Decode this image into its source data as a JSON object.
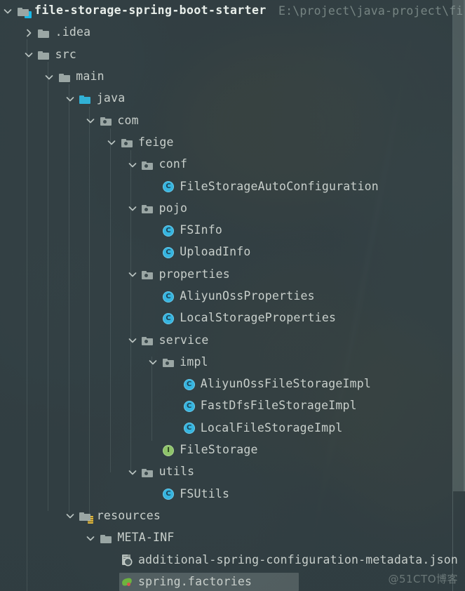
{
  "header": {
    "project_name": "file-storage-spring-boot-starter",
    "project_path": "E:\\project\\java-project\\fi"
  },
  "watermark": "@51CTO博客",
  "colors": {
    "background": "#323f42",
    "text": "#c8cfcb",
    "root_text": "#e8eeea",
    "source_folder": "#31b1d6",
    "class_icon": "#36b5e0",
    "interface_icon": "#8ec36a",
    "spring_icon": "#6db33f",
    "resources_badge": "#e0b840",
    "selection": "rgba(190,202,197,0.24)"
  },
  "tree": {
    "items": [
      {
        "label": "file-storage-spring-boot-starter",
        "depth": 0,
        "icon": "project-folder-icon",
        "twisty": "down",
        "kind": "project",
        "selected": false
      },
      {
        "label": ".idea",
        "depth": 1,
        "icon": "folder-icon",
        "twisty": "right",
        "kind": "folder",
        "selected": false
      },
      {
        "label": "src",
        "depth": 1,
        "icon": "folder-icon",
        "twisty": "down",
        "kind": "folder",
        "selected": false
      },
      {
        "label": "main",
        "depth": 2,
        "icon": "folder-icon",
        "twisty": "down",
        "kind": "folder",
        "selected": false
      },
      {
        "label": "java",
        "depth": 3,
        "icon": "source-folder-icon",
        "twisty": "down",
        "kind": "source",
        "selected": false
      },
      {
        "label": "com",
        "depth": 4,
        "icon": "package-icon",
        "twisty": "down",
        "kind": "package",
        "selected": false
      },
      {
        "label": "feige",
        "depth": 5,
        "icon": "package-icon",
        "twisty": "down",
        "kind": "package",
        "selected": false
      },
      {
        "label": "conf",
        "depth": 6,
        "icon": "package-icon",
        "twisty": "down",
        "kind": "package",
        "selected": false
      },
      {
        "label": "FileStorageAutoConfiguration",
        "depth": 7,
        "icon": "java-class-icon",
        "twisty": "none",
        "kind": "class",
        "selected": false
      },
      {
        "label": "pojo",
        "depth": 6,
        "icon": "package-icon",
        "twisty": "down",
        "kind": "package",
        "selected": false
      },
      {
        "label": "FSInfo",
        "depth": 7,
        "icon": "java-class-icon",
        "twisty": "none",
        "kind": "class",
        "selected": false
      },
      {
        "label": "UploadInfo",
        "depth": 7,
        "icon": "java-class-icon",
        "twisty": "none",
        "kind": "class",
        "selected": false
      },
      {
        "label": "properties",
        "depth": 6,
        "icon": "package-icon",
        "twisty": "down",
        "kind": "package",
        "selected": false
      },
      {
        "label": "AliyunOssProperties",
        "depth": 7,
        "icon": "java-class-icon",
        "twisty": "none",
        "kind": "class",
        "selected": false
      },
      {
        "label": "LocalStorageProperties",
        "depth": 7,
        "icon": "java-class-icon",
        "twisty": "none",
        "kind": "class",
        "selected": false
      },
      {
        "label": "service",
        "depth": 6,
        "icon": "package-icon",
        "twisty": "down",
        "kind": "package",
        "selected": false
      },
      {
        "label": "impl",
        "depth": 7,
        "icon": "package-icon",
        "twisty": "down",
        "kind": "package",
        "selected": false
      },
      {
        "label": "AliyunOssFileStorageImpl",
        "depth": 8,
        "icon": "java-class-icon",
        "twisty": "none",
        "kind": "class",
        "selected": false
      },
      {
        "label": "FastDfsFileStorageImpl",
        "depth": 8,
        "icon": "java-class-icon",
        "twisty": "none",
        "kind": "class",
        "selected": false
      },
      {
        "label": "LocalFileStorageImpl",
        "depth": 8,
        "icon": "java-class-icon",
        "twisty": "none",
        "kind": "class",
        "selected": false
      },
      {
        "label": "FileStorage",
        "depth": 7,
        "icon": "java-interface-icon",
        "twisty": "none",
        "kind": "interface",
        "selected": false
      },
      {
        "label": "utils",
        "depth": 6,
        "icon": "package-icon",
        "twisty": "down",
        "kind": "package",
        "selected": false
      },
      {
        "label": "FSUtils",
        "depth": 7,
        "icon": "java-class-icon",
        "twisty": "none",
        "kind": "class",
        "selected": false
      },
      {
        "label": "resources",
        "depth": 3,
        "icon": "resources-folder-icon",
        "twisty": "down",
        "kind": "resources",
        "selected": false
      },
      {
        "label": "META-INF",
        "depth": 4,
        "icon": "folder-icon",
        "twisty": "down",
        "kind": "folder",
        "selected": false
      },
      {
        "label": "additional-spring-configuration-metadata.json",
        "depth": 5,
        "icon": "json-file-icon",
        "twisty": "none",
        "kind": "json",
        "selected": false
      },
      {
        "label": "spring.factories",
        "depth": 5,
        "icon": "spring-file-icon",
        "twisty": "none",
        "kind": "spring",
        "selected": true
      }
    ]
  }
}
